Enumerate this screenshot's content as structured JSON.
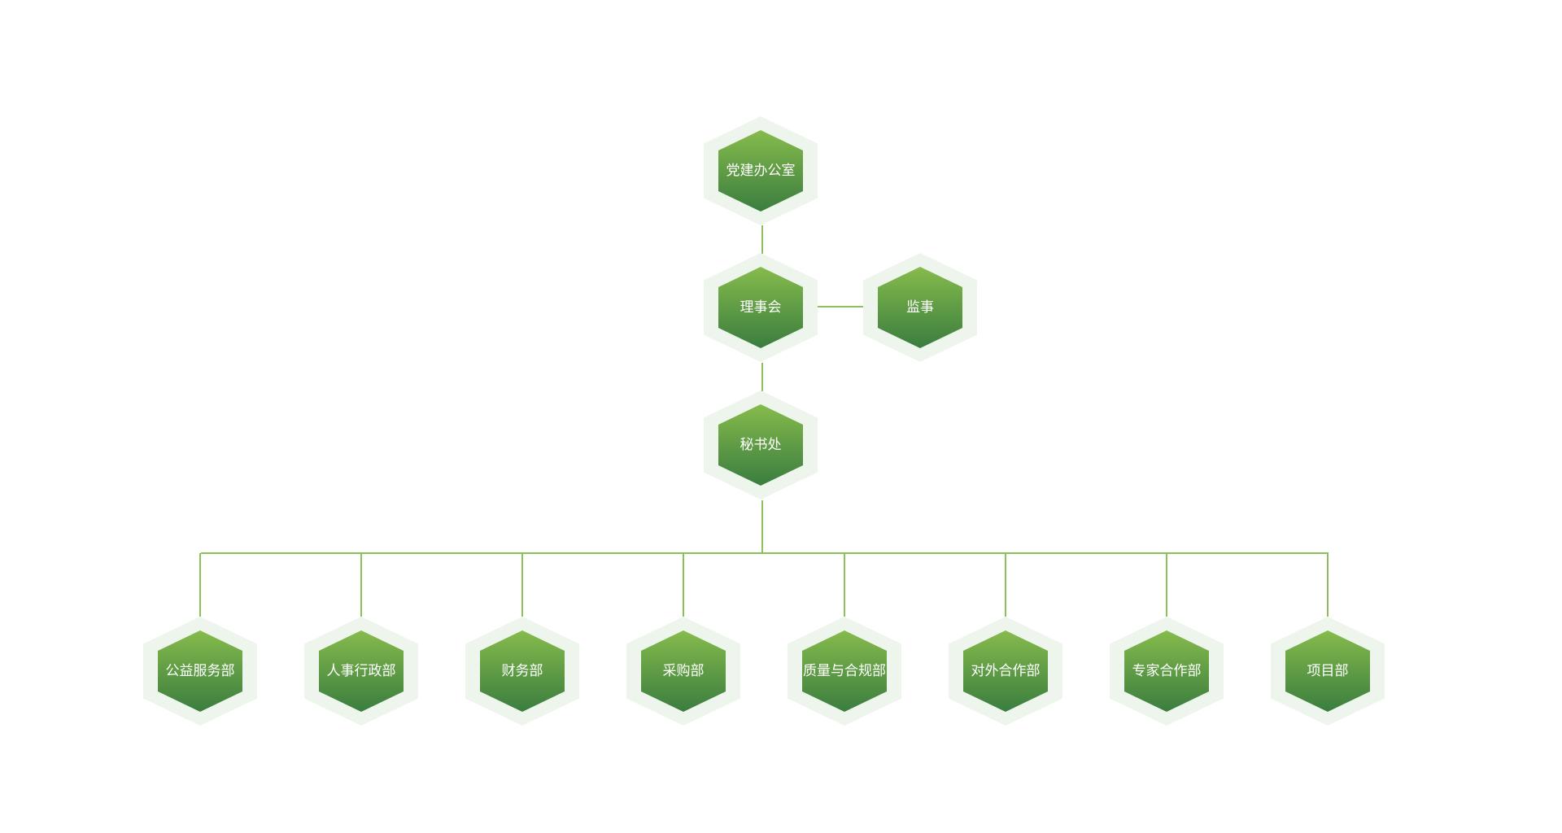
{
  "colors": {
    "connector": "#8dbf5a",
    "hex_top": "#86bb4c",
    "hex_bottom": "#3a7d3f",
    "halo": "#eef5ec",
    "label": "#ffffff"
  },
  "top": {
    "party_office": "党建办公室",
    "council": "理事会",
    "supervisor": "监事",
    "secretariat": "秘书处"
  },
  "departments": [
    "公益服务部",
    "人事行政部",
    "财务部",
    "采购部",
    "质量与合规部",
    "对外合作部",
    "专家合作部",
    "项目部"
  ]
}
